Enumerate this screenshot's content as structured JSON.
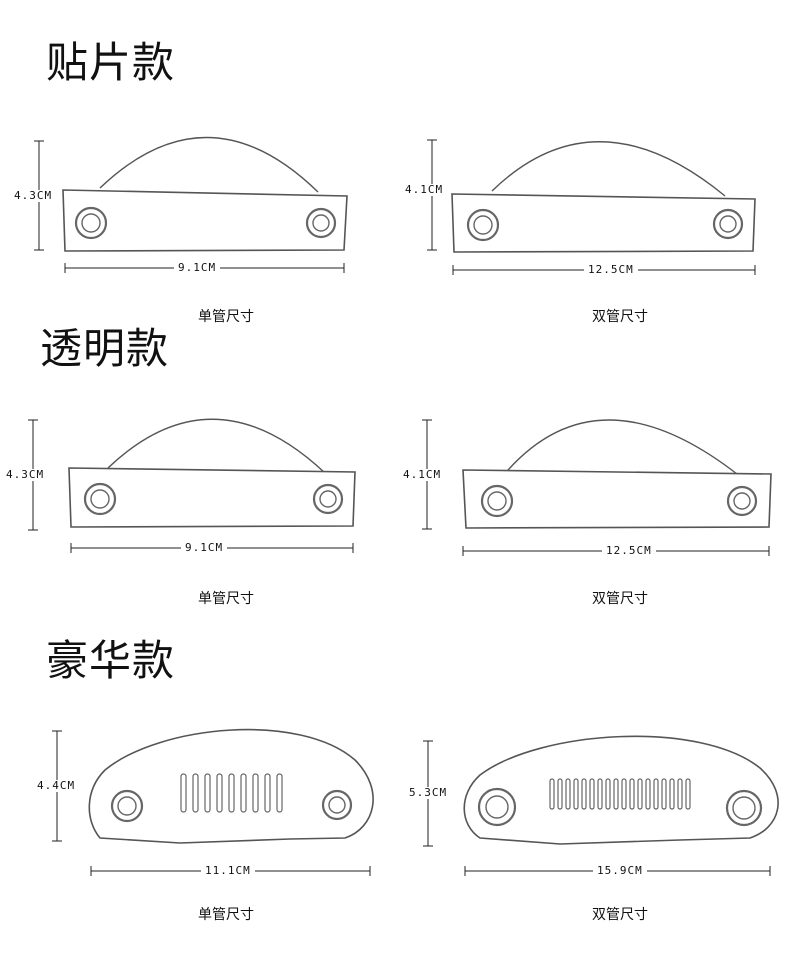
{
  "sections": [
    {
      "title": "贴片款",
      "single": {
        "caption": "单管尺寸",
        "height": "4.3CM",
        "width": "9.1CM"
      },
      "double": {
        "caption": "双管尺寸",
        "height": "4.1CM",
        "width": "12.5CM"
      }
    },
    {
      "title": "透明款",
      "single": {
        "caption": "单管尺寸",
        "height": "4.3CM",
        "width": "9.1CM"
      },
      "double": {
        "caption": "双管尺寸",
        "height": "4.1CM",
        "width": "12.5CM"
      }
    },
    {
      "title": "豪华款",
      "single": {
        "caption": "单管尺寸",
        "height": "4.4CM",
        "width": "11.1CM"
      },
      "double": {
        "caption": "双管尺寸",
        "height": "5.3CM",
        "width": "15.9CM"
      }
    }
  ]
}
